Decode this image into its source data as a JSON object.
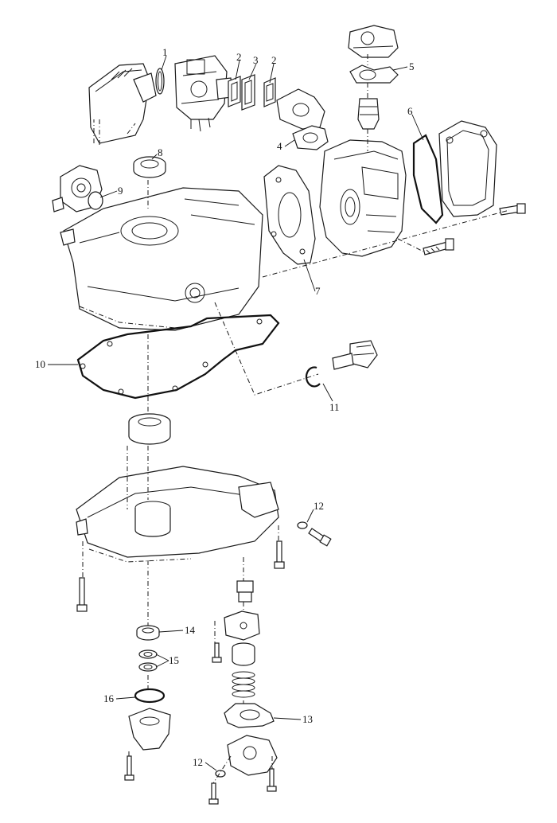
{
  "callouts": {
    "c1": "1",
    "c2a": "2",
    "c3": "3",
    "c2b": "2",
    "c4": "4",
    "c5": "5",
    "c6": "6",
    "c7": "7",
    "c8": "8",
    "c9": "9",
    "c10": "10",
    "c11": "11",
    "c12a": "12",
    "c12b": "12",
    "c13": "13",
    "c14": "14",
    "c15": "15",
    "c16": "16"
  }
}
